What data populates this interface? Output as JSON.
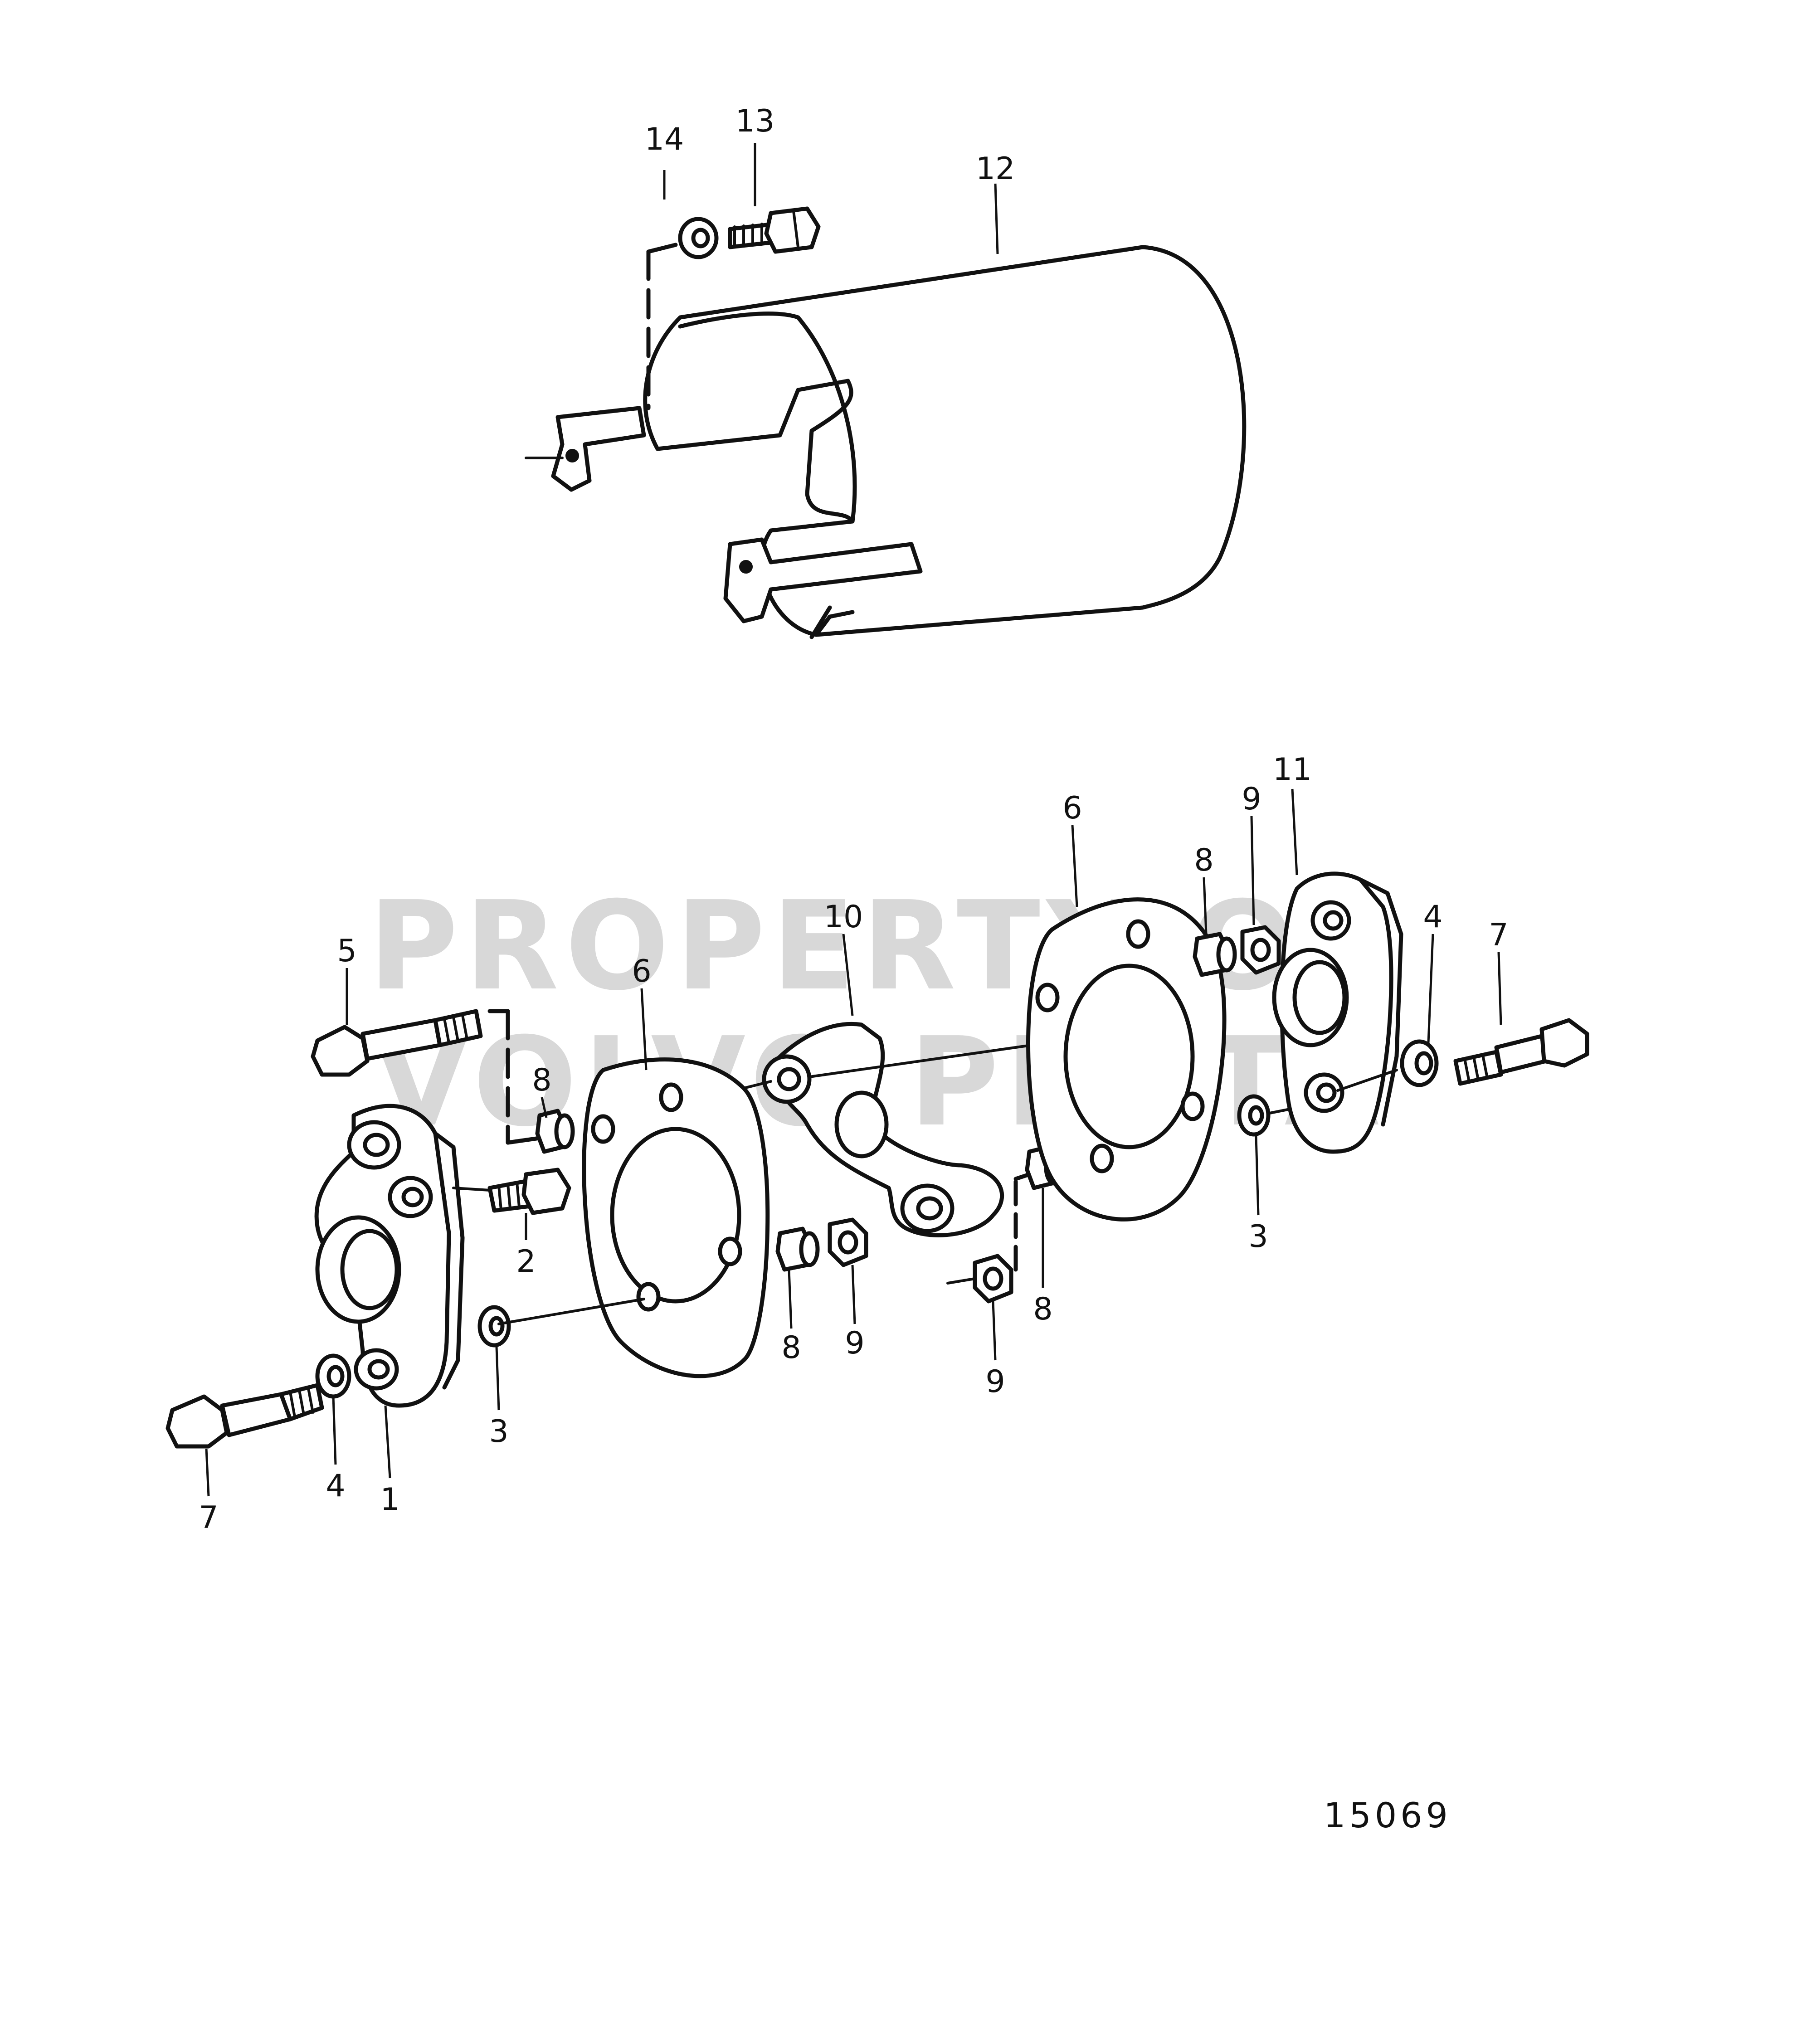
{
  "drawing_number": "15069",
  "watermark": {
    "line1": "PROPERTY OF",
    "line2": "VOLVO PENTA"
  },
  "callouts": [
    {
      "id": "c14",
      "text": "14"
    },
    {
      "id": "c13",
      "text": "13"
    },
    {
      "id": "c12",
      "text": "12"
    },
    {
      "id": "c11",
      "text": "11"
    },
    {
      "id": "c10",
      "text": "10"
    },
    {
      "id": "c9a",
      "text": "9"
    },
    {
      "id": "c9b",
      "text": "9"
    },
    {
      "id": "c9c",
      "text": "9"
    },
    {
      "id": "c8a",
      "text": "8"
    },
    {
      "id": "c8b",
      "text": "8"
    },
    {
      "id": "c8c",
      "text": "8"
    },
    {
      "id": "c8d",
      "text": "8"
    },
    {
      "id": "c7a",
      "text": "7"
    },
    {
      "id": "c7b",
      "text": "7"
    },
    {
      "id": "c6a",
      "text": "6"
    },
    {
      "id": "c6b",
      "text": "6"
    },
    {
      "id": "c5",
      "text": "5"
    },
    {
      "id": "c4a",
      "text": "4"
    },
    {
      "id": "c4b",
      "text": "4"
    },
    {
      "id": "c3a",
      "text": "3"
    },
    {
      "id": "c3b",
      "text": "3"
    },
    {
      "id": "c2",
      "text": "2"
    },
    {
      "id": "c1",
      "text": "1"
    }
  ]
}
